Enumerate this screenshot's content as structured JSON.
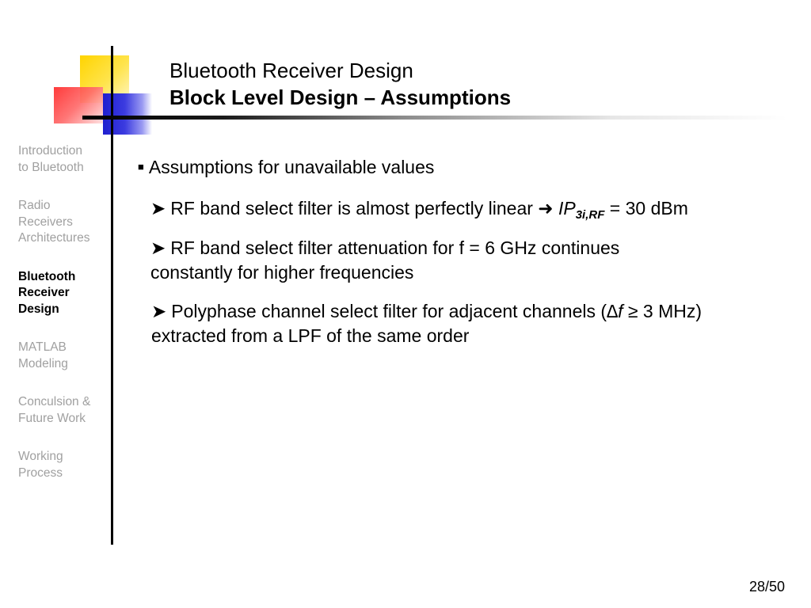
{
  "header": {
    "title_line1": "Bluetooth Receiver Design",
    "title_line2": "Block Level Design – Assumptions"
  },
  "sidebar": {
    "items": [
      {
        "line1": "Introduction",
        "line2": "to Bluetooth",
        "line3": ""
      },
      {
        "line1": "Radio",
        "line2": "Receivers",
        "line3": "Architectures"
      },
      {
        "line1": "Bluetooth",
        "line2": "Receiver",
        "line3": "Design"
      },
      {
        "line1": "MATLAB",
        "line2": "Modeling",
        "line3": ""
      },
      {
        "line1": "Conculsion &",
        "line2": "Future Work",
        "line3": ""
      },
      {
        "line1": "Working",
        "line2": "Process",
        "line3": ""
      }
    ],
    "active_index": 2
  },
  "content": {
    "main_bullet": "Assumptions for unavailable values",
    "sub1": {
      "text": "RF band select filter is almost perfectly linear",
      "symbol": "IP",
      "subscript": "3i,RF",
      "value": "= 30 dBm"
    },
    "sub2": {
      "text": "RF band select filter attenuation for f = 6 GHz  continues constantly for higher frequencies"
    },
    "sub3": {
      "text_before": "Polyphase channel select filter for adjacent channels (",
      "symbol": "∆f",
      "text_after": " ≥ 3 MHz) extracted from a LPF of the same order"
    }
  },
  "footer": {
    "page_number": "28/50"
  },
  "colors": {
    "active_nav": "#000000",
    "inactive_nav": "#a0a0a0",
    "logo_yellow": "#ffd400",
    "logo_red": "#ff2a2a",
    "logo_blue": "#1f1fcf"
  }
}
